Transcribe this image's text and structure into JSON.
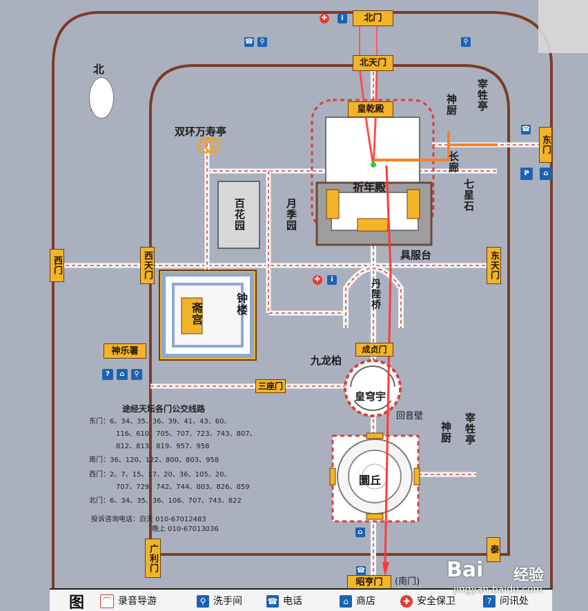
{
  "gates": {
    "north": "北门",
    "north_heaven": "北天门",
    "east": "东门",
    "west": "西门",
    "west_heaven": "西天门",
    "east_heaven": "东天门",
    "three_gate": "三座门",
    "guangli": "广利门",
    "south": "昭亨门",
    "south_paren": "(南门)",
    "chengzhen": "成贞门",
    "tai": "泰"
  },
  "places": {
    "huangqian": "皇乾殿",
    "qinian": "祈年殿",
    "baihuayuan": "百花园",
    "yuejiyuan": "月季园",
    "shenchu_top": "神厨",
    "zaishengting_top": "宰牲亭",
    "changlang": "长廊",
    "qixingshi": "七星石",
    "jufutai": "具服台",
    "danbiqiao": "丹陛桥",
    "zhaigong": "斋宫",
    "zhonglou": "钟楼",
    "shenleshu": "神乐署",
    "jiulongbai": "九龙柏",
    "huangqiongyu": "皇穹宇",
    "huiyinbi": "回音壁",
    "yuanqiu": "圜丘",
    "shenchu_bottom": "神厨",
    "zaishengting_bottom": "宰牲亭",
    "shuanghuan": "双环万寿亭",
    "north_arrow": "北"
  },
  "transit": {
    "title": "途经天坛各门公交线路",
    "east": "东门：6、34、35、36、39、41、43、60、",
    "east2": "116、610、705、707、723、743、807、",
    "east3": "812、813、819、957、958",
    "south": "南门：36、120、122、800、803、958",
    "west": "西门：2、7、15、17、20、36、105、20、",
    "west2": "707、729、742、744、803、826、859",
    "north": "北门：6、34、35、36、106、707、743、822",
    "complaint": "投诉咨询电话：白天 010-67012483",
    "complaint2": "晚上 010-67013036"
  },
  "legend": {
    "figure": "图",
    "audio": "录音导游",
    "toilet": "洗手间",
    "phone": "电话",
    "shop": "商店",
    "security": "安全保卫",
    "info": "问讯处"
  },
  "watermark": {
    "text": "Bai",
    "text2": "经验",
    "url": "jingyan.baidu.com"
  },
  "colors": {
    "outer_wall": "#7a3a23",
    "route_red": "#ea3a32",
    "route_orange": "#ff7c1d",
    "route_green": "#2ecc40",
    "gate": "#f2b429",
    "icon_blue": "#1a63b2"
  }
}
